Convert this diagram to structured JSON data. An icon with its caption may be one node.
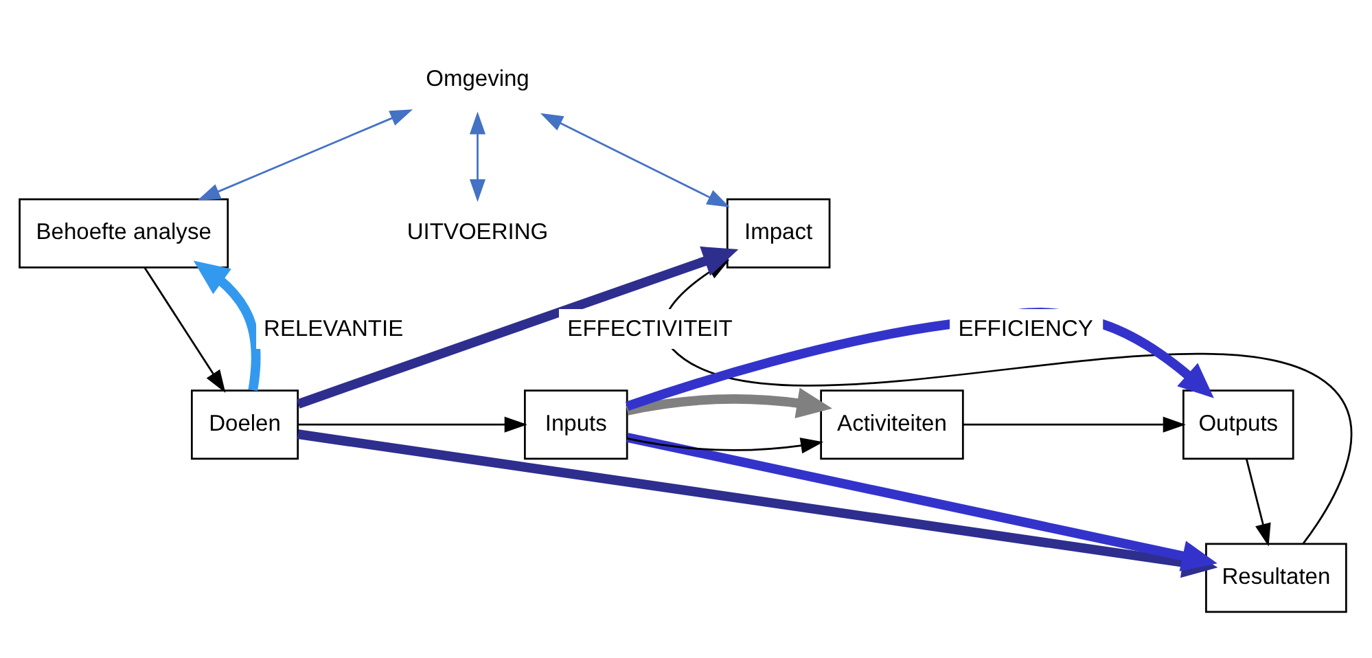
{
  "diagram": {
    "nodes": [
      {
        "text": [
          "Omgeving"
        ]
      },
      {
        "text": [
          "Behoefte analyse"
        ]
      },
      {
        "text": [
          "Impact"
        ]
      },
      {
        "text": [
          "Resultaten"
        ]
      },
      {
        "text": [
          "Doelen"
        ]
      },
      {
        "text": [
          "Inputs"
        ]
      },
      {
        "text": [
          "Activiteiten"
        ]
      },
      {
        "text": [
          "Outputs"
        ]
      },
      {
        "text": [
          "UITVOERING"
        ]
      }
    ],
    "edges": [
      {
        "from": 0,
        "to": 1,
        "arrow": "both",
        "color": "#4472c4"
      },
      {
        "from": 0,
        "to": 8,
        "arrow": "both",
        "color": "#4472c4"
      },
      {
        "from": 0,
        "to": 2,
        "arrow": "both",
        "color": "#4472c4"
      },
      {
        "from": 1,
        "to": 4,
        "arrow": "to"
      },
      {
        "from": 4,
        "to": 5,
        "arrow": "to"
      },
      {
        "from": 5,
        "to": 6,
        "arrow": "to"
      },
      {
        "from": 6,
        "to": 7,
        "arrow": "to"
      },
      {
        "from": 7,
        "to": 3,
        "arrow": "to"
      },
      {
        "from": 3,
        "to": 2,
        "arrow": "to"
      },
      {
        "from": 5,
        "to": 6,
        "arrow": "to",
        "style": "thick",
        "color": "#808080"
      },
      {
        "from": 4,
        "to": 1,
        "arrow": "to",
        "style": "thick",
        "color": "#3399ee",
        "label": "RELEVANTIE"
      },
      {
        "from": 5,
        "to": 7,
        "arrow": "to",
        "style": "thick",
        "color": "#3333cc",
        "label": "EFFICIENCY"
      },
      {
        "from": 5,
        "to": 3,
        "arrow": "to",
        "style": "thick",
        "color": "#3333cc"
      },
      {
        "from": 4,
        "to": 2,
        "arrow": "to",
        "style": "thick",
        "color": "#2e2e8f",
        "label": "EFFECTIVITEIT"
      },
      {
        "from": 4,
        "to": 3,
        "arrow": "to",
        "style": "thick",
        "color": "#2e2e8f"
      }
    ]
  }
}
